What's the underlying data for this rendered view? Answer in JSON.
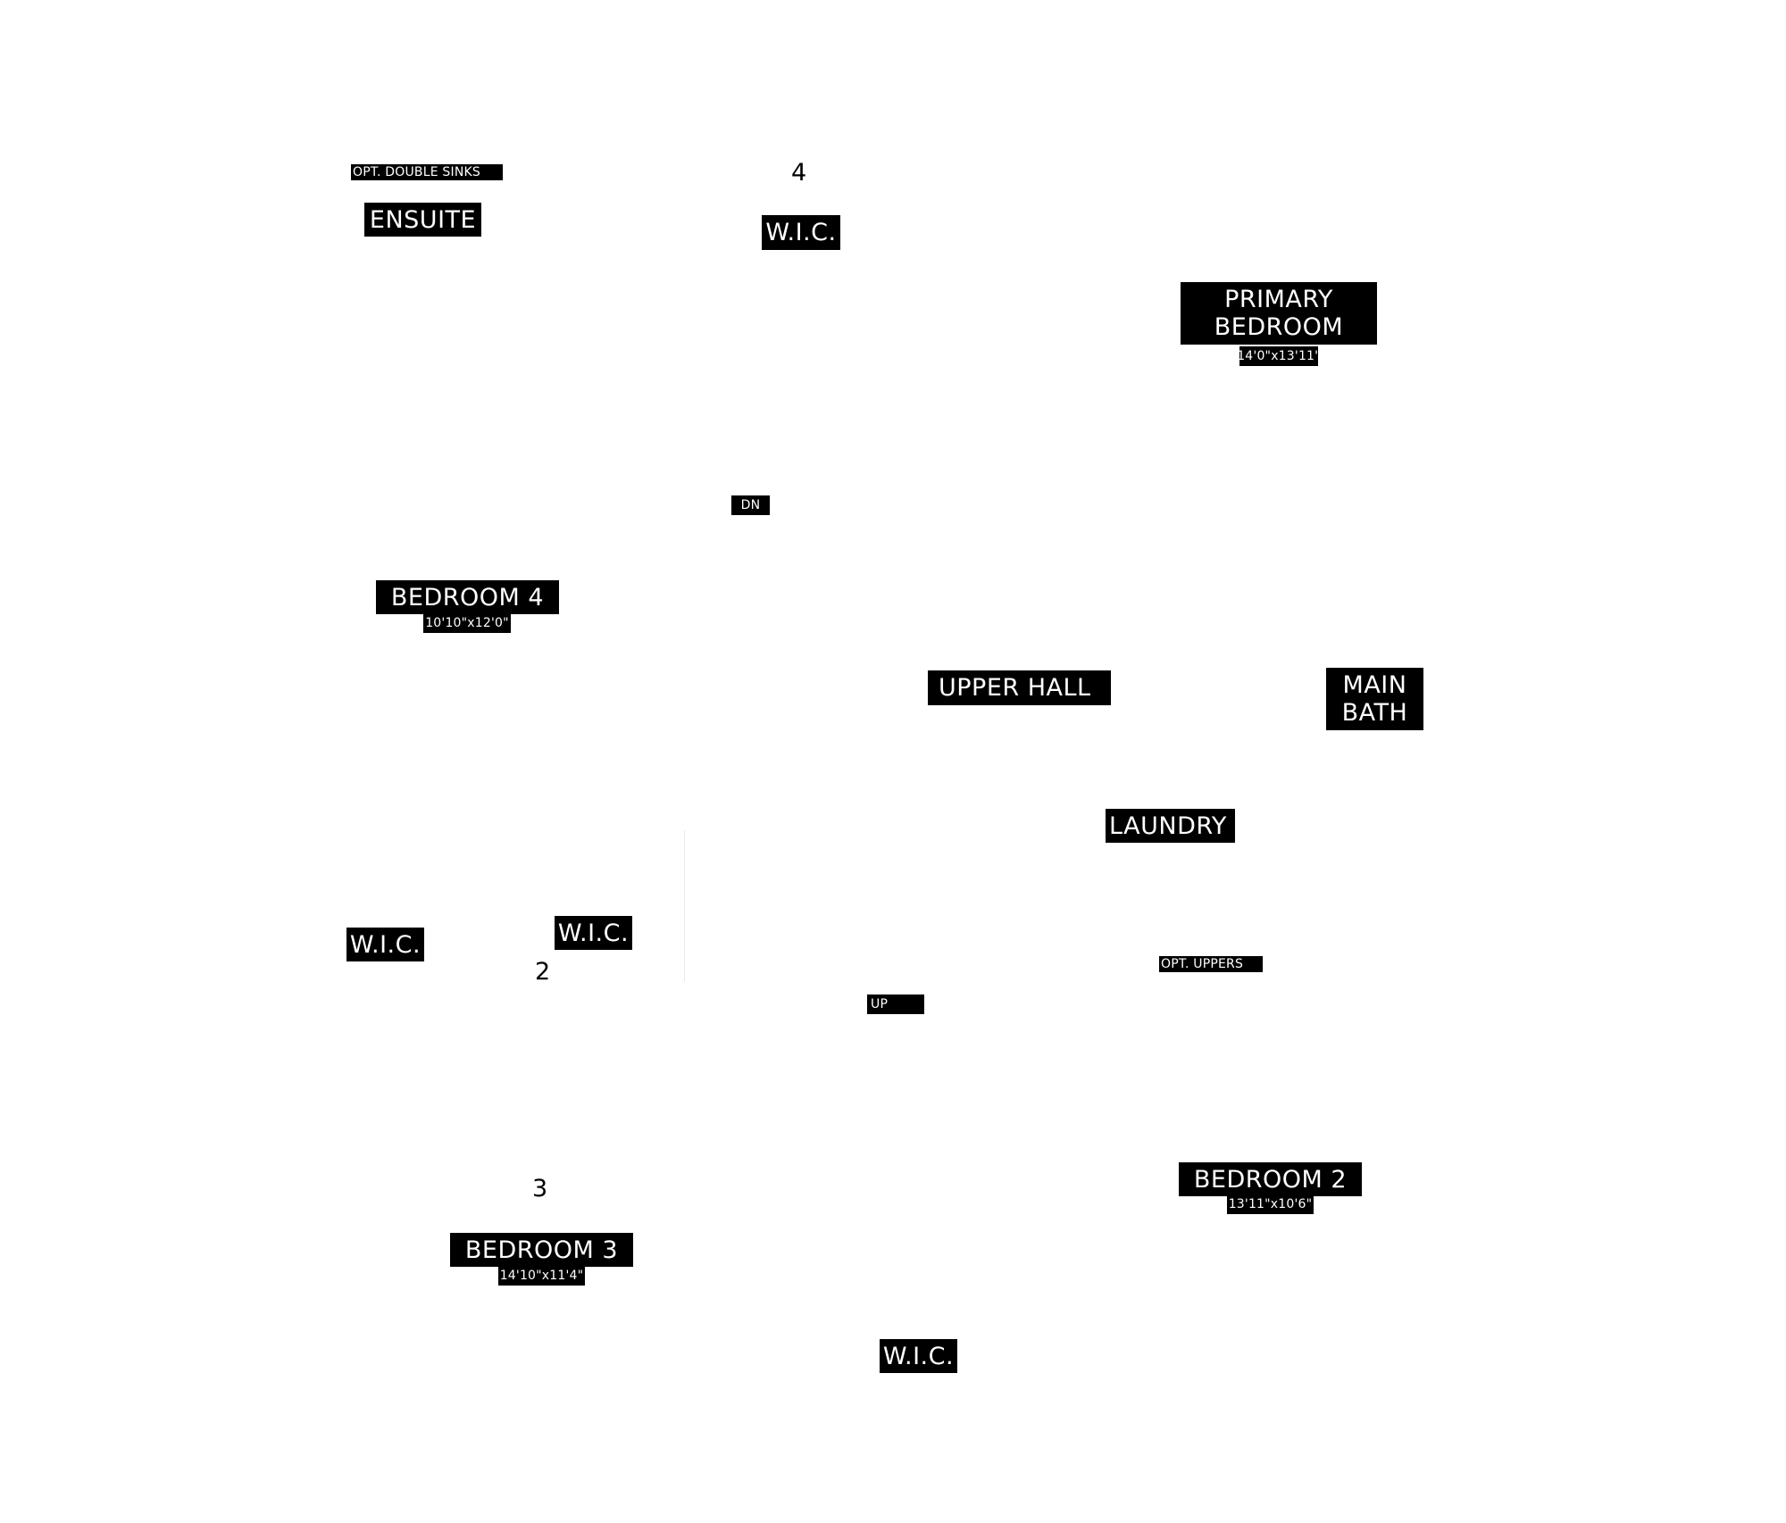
{
  "labels": {
    "opt_double_sinks": "OPT. DOUBLE SINKS",
    "ensuite": "ENSUITE",
    "wic_top": "W.I.C.",
    "primary_bedroom_line1": "PRIMARY",
    "primary_bedroom_line2": "BEDROOM",
    "primary_bedroom_size": "14'0\"x13'11\"",
    "dn": "DN",
    "bedroom4": "BEDROOM 4",
    "bedroom4_size": "10'10\"x12'0\"",
    "upper_hall": "UPPER HALL",
    "main_bath_line1": "MAIN",
    "main_bath_line2": "BATH",
    "laundry": "LAUNDRY",
    "wic_left": "W.I.C.",
    "wic_mid": "W.I.C.",
    "opt_uppers": "OPT. UPPERS",
    "up": "UP",
    "bedroom2": "BEDROOM 2",
    "bedroom2_size": "13'11\"x10'6\"",
    "bedroom3": "BEDROOM 3",
    "bedroom3_size": "14'10\"x11'4\"",
    "wic_bottom": "W.I.C."
  },
  "numbers": {
    "n4": "4",
    "n2": "2",
    "n3": "3"
  }
}
